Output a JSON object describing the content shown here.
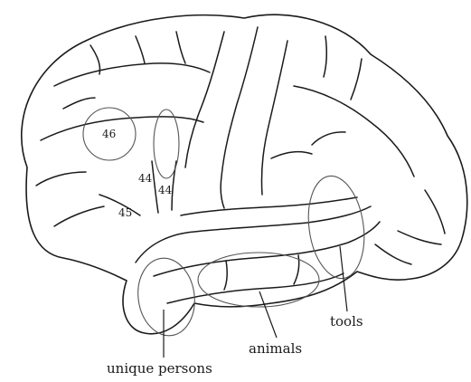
{
  "figure": {
    "area_labels": {
      "area_46": "46",
      "area_44_left": "44",
      "area_44_right": "44",
      "area_45": "45"
    },
    "category_labels": {
      "tools": "tools",
      "animals": "animals",
      "unique_persons": "unique persons"
    }
  }
}
